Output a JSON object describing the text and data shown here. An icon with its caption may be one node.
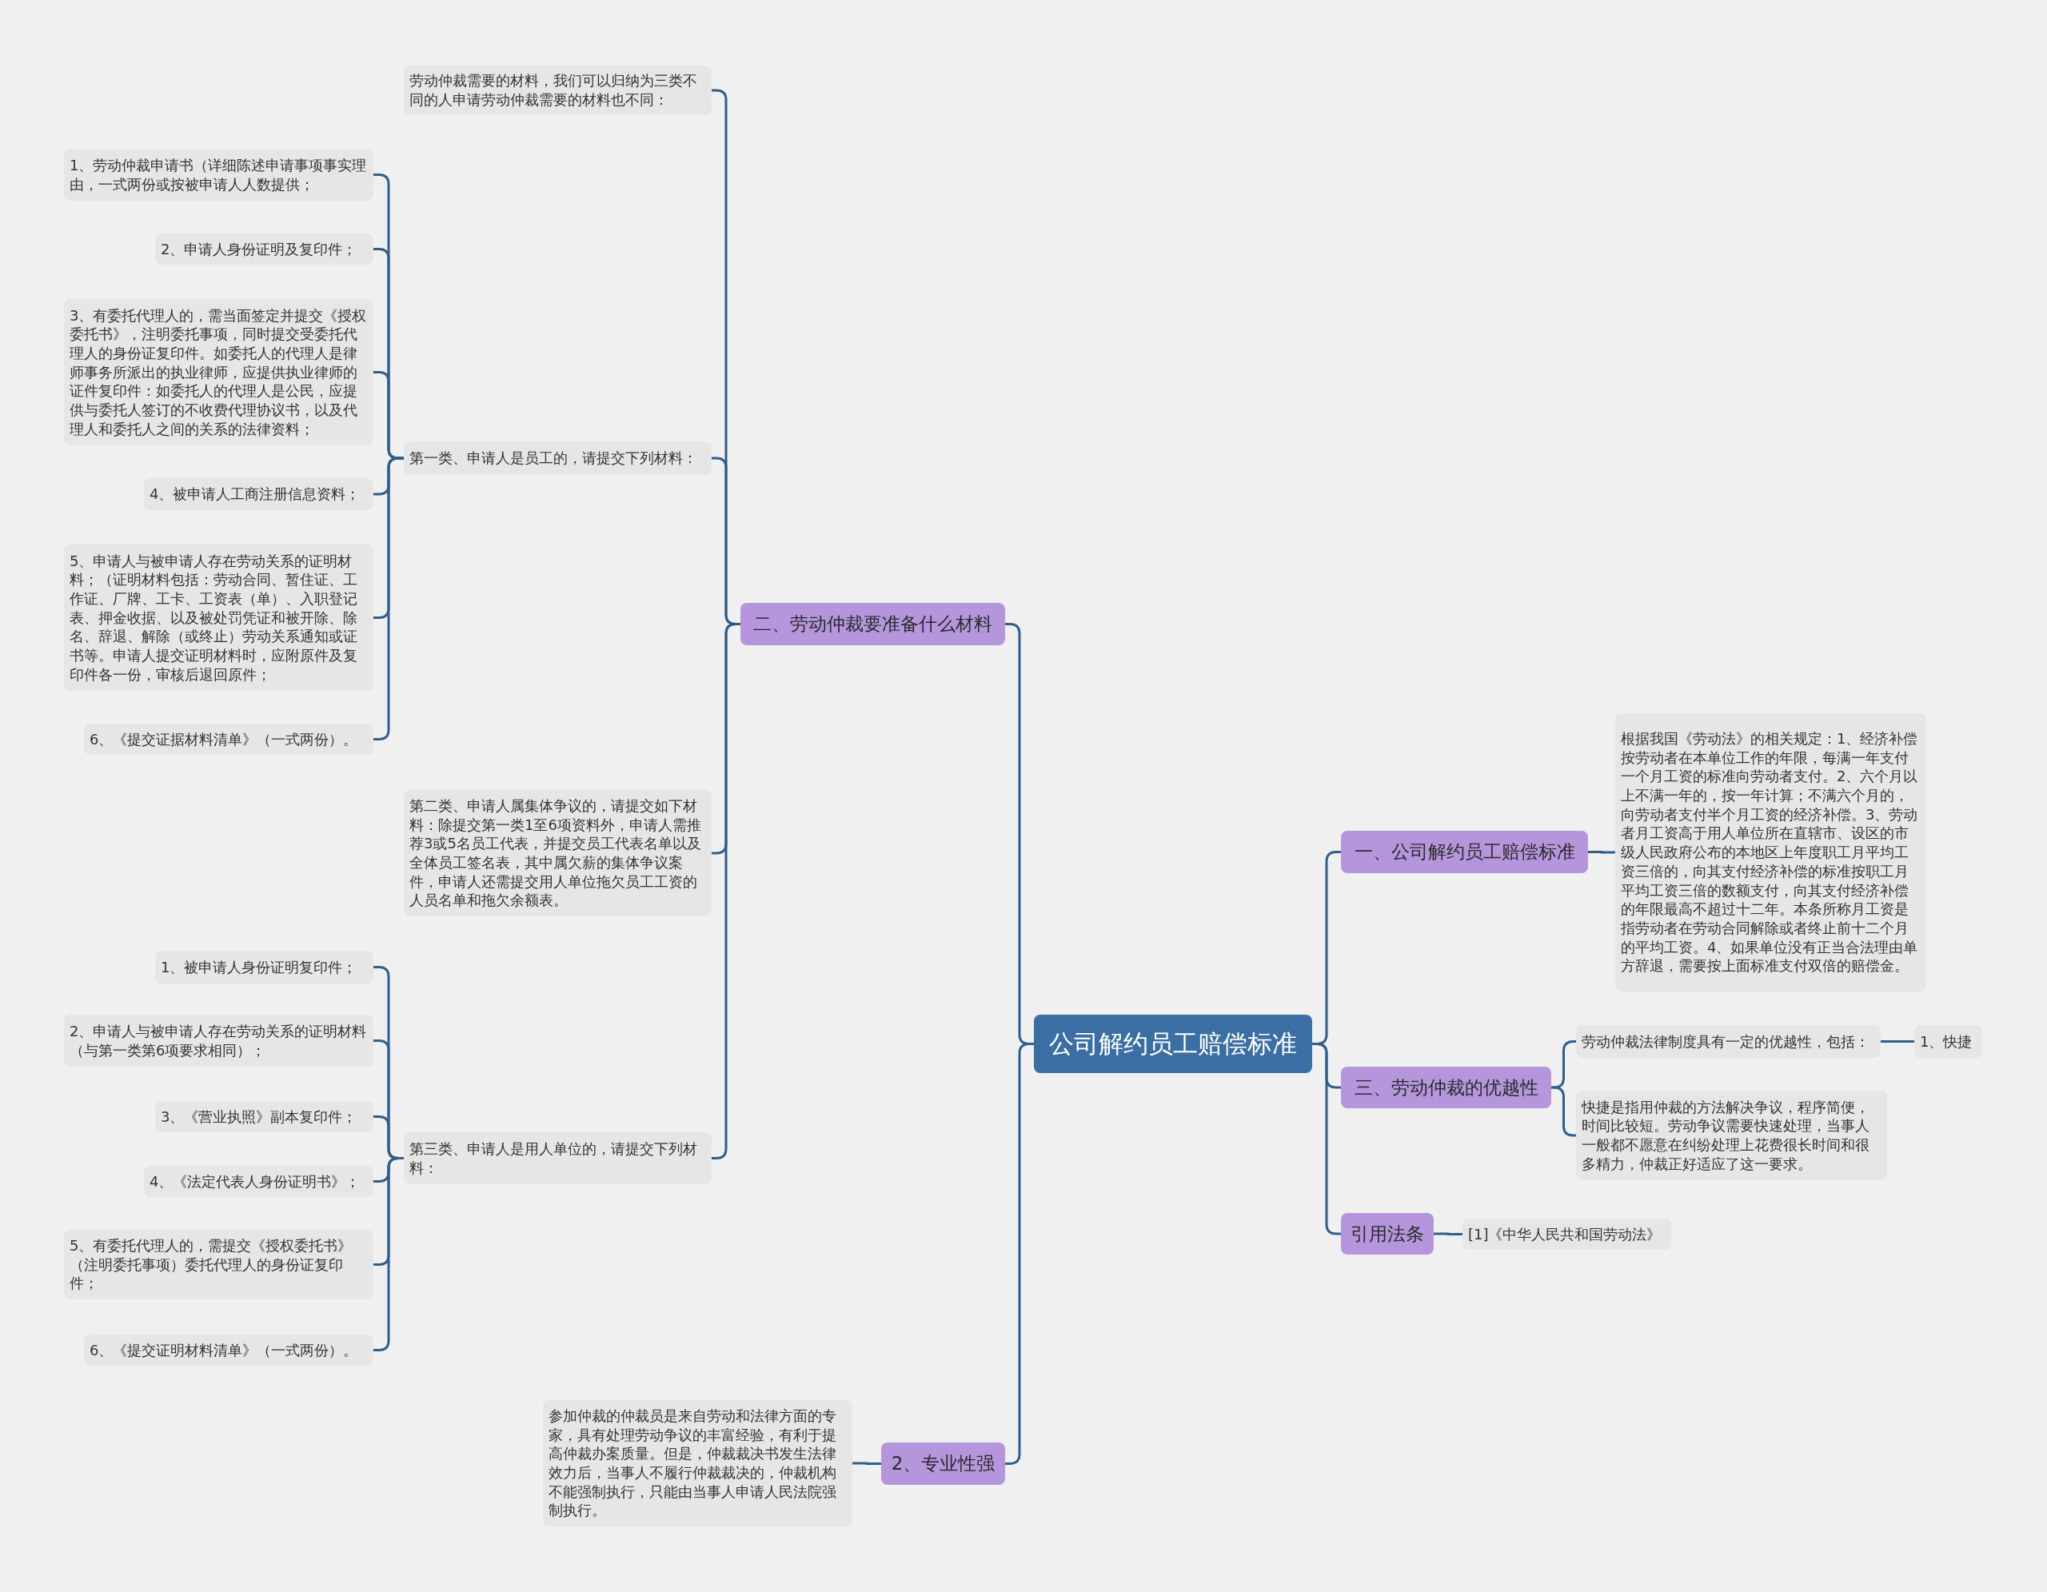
{
  "diagram": {
    "nodes": [
      {
        "text": [
          "公司解约员工赔偿标准"
        ]
      },
      {
        "text": [
          "二、劳动仲裁要准备什么材料"
        ]
      },
      {
        "text": [
          "劳动仲裁需要的材料，我们可以归纳为三类不同的人申请劳动仲裁需要的材料也不同："
        ]
      },
      {
        "text": [
          "第一类、申请人是员工的，请提交下列材料："
        ]
      },
      {
        "text": [
          "1、劳动仲裁申请书（详细陈述申请事项事实理由，一式两份或按被申请人人数提供；"
        ]
      },
      {
        "text": [
          "2、申请人身份证明及复印件；"
        ]
      },
      {
        "text": [
          "3、有委托代理人的，需当面签定并提交《授权委托书》，注明委托事项，同时提交受委托代理人的身份证复印件。如委托人的代理人是律师事务所派出的执业律师，应提供执业律师的证件复印件：如委托人的代理人是公民，应提供与委托人签订的不收费代理协议书，以及代理人和委托人之间的关系的法律资料；"
        ]
      },
      {
        "text": [
          "4、被申请人工商注册信息资料；"
        ]
      },
      {
        "text": [
          "5、申请人与被申请人存在劳动关系的证明材料；（证明材料包括：劳动合同、暂住证、工作证、厂牌、工卡、工资表（单）、入职登记表、押金收据、以及被处罚凭证和被开除、除名、辞退、解除（或终止）劳动关系通知或证书等。申请人提交证明材料时，应附原件及复印件各一份，审核后退回原件；"
        ]
      },
      {
        "text": [
          "6、《提交证据材料清单》（一式两份）。"
        ]
      },
      {
        "text": [
          "第二类、申请人属集体争议的，请提交如下材料：除提交第一类1至6项资料外，申请人需推荐3或5名员工代表，并提交员工代表名单以及全体员工签名表，其中属欠薪的集体争议案件，申请人还需提交用人单位拖欠员工工资的人员名单和拖欠余额表。"
        ]
      },
      {
        "text": [
          "第三类、申请人是用人单位的，请提交下列材料："
        ]
      },
      {
        "text": [
          "1、被申请人身份证明复印件；"
        ]
      },
      {
        "text": [
          "2、申请人与被申请人存在劳动关系的证明材料（与第一类第6项要求相同）；"
        ]
      },
      {
        "text": [
          "3、《营业执照》副本复印件；"
        ]
      },
      {
        "text": [
          "4、《法定代表人身份证明书》；"
        ]
      },
      {
        "text": [
          "5、有委托代理人的，需提交《授权委托书》（注明委托事项）委托代理人的身份证复印件；"
        ]
      },
      {
        "text": [
          "6、《提交证明材料清单》（一式两份）。"
        ]
      },
      {
        "text": [
          "2、专业性强"
        ]
      },
      {
        "text": [
          "参加仲裁的仲裁员是来自劳动和法律方面的专家，具有处理劳动争议的丰富经验，有利于提高仲裁办案质量。但是，仲裁裁决书发生法律效力后，当事人不履行仲裁裁决的，仲裁机构不能强制执行，只能由当事人申请人民法院强制执行。"
        ]
      },
      {
        "text": [
          "一、公司解约员工赔偿标准"
        ]
      },
      {
        "text": [
          "根据我国《劳动法》的相关规定：1、经济补偿按劳动者在本单位工作的年限，每满一年支付一个月工资的标准向劳动者支付。2、六个月以上不满一年的，按一年计算；不满六个月的，向劳动者支付半个月工资的经济补偿。3、劳动者月工资高于用人单位所在直辖市、设区的市级人民政府公布的本地区上年度职工月平均工资三倍的，向其支付经济补偿的标准按职工月平均工资三倍的数额支付，向其支付经济补偿的年限最高不超过十二年。本条所称月工资是指劳动者在劳动合同解除或者终止前十二个月的平均工资。4、如果单位没有正当合法理由单方辞退，需要按上面标准支付双倍的赔偿金。"
        ]
      },
      {
        "text": [
          "三、劳动仲裁的优越性"
        ]
      },
      {
        "text": [
          "劳动仲裁法律制度具有一定的优越性，包括："
        ]
      },
      {
        "text": [
          "1、快捷"
        ]
      },
      {
        "text": [
          "快捷是指用仲裁的方法解决争议，程序简便，时间比较短。劳动争议需要快速处理，当事人一般都不愿意在纠纷处理上花费很长时间和很多精力，仲裁正好适应了这一要求。"
        ]
      },
      {
        "text": [
          "引用法条"
        ]
      },
      {
        "text": [
          "[1]《中华人民共和国劳动法》"
        ]
      }
    ],
    "edges": [
      {
        "from": 0,
        "to": 1,
        "arrow": "none"
      },
      {
        "from": 1,
        "to": 2,
        "arrow": "none"
      },
      {
        "from": 1,
        "to": 3,
        "arrow": "none"
      },
      {
        "from": 3,
        "to": 4,
        "arrow": "none"
      },
      {
        "from": 3,
        "to": 5,
        "arrow": "none"
      },
      {
        "from": 3,
        "to": 6,
        "arrow": "none"
      },
      {
        "from": 3,
        "to": 7,
        "arrow": "none"
      },
      {
        "from": 3,
        "to": 8,
        "arrow": "none"
      },
      {
        "from": 3,
        "to": 9,
        "arrow": "none"
      },
      {
        "from": 1,
        "to": 10,
        "arrow": "none"
      },
      {
        "from": 1,
        "to": 11,
        "arrow": "none"
      },
      {
        "from": 11,
        "to": 12,
        "arrow": "none"
      },
      {
        "from": 11,
        "to": 13,
        "arrow": "none"
      },
      {
        "from": 11,
        "to": 14,
        "arrow": "none"
      },
      {
        "from": 11,
        "to": 15,
        "arrow": "none"
      },
      {
        "from": 11,
        "to": 16,
        "arrow": "none"
      },
      {
        "from": 11,
        "to": 17,
        "arrow": "none"
      },
      {
        "from": 0,
        "to": 18,
        "arrow": "none"
      },
      {
        "from": 18,
        "to": 19,
        "arrow": "none"
      },
      {
        "from": 0,
        "to": 20,
        "arrow": "none"
      },
      {
        "from": 20,
        "to": 21,
        "arrow": "none"
      },
      {
        "from": 0,
        "to": 22,
        "arrow": "none"
      },
      {
        "from": 22,
        "to": 23,
        "arrow": "none"
      },
      {
        "from": 23,
        "to": 24,
        "arrow": "none"
      },
      {
        "from": 22,
        "to": 25,
        "arrow": "none"
      },
      {
        "from": 0,
        "to": 26,
        "arrow": "none"
      },
      {
        "from": 26,
        "to": 27,
        "arrow": "none"
      }
    ]
  }
}
